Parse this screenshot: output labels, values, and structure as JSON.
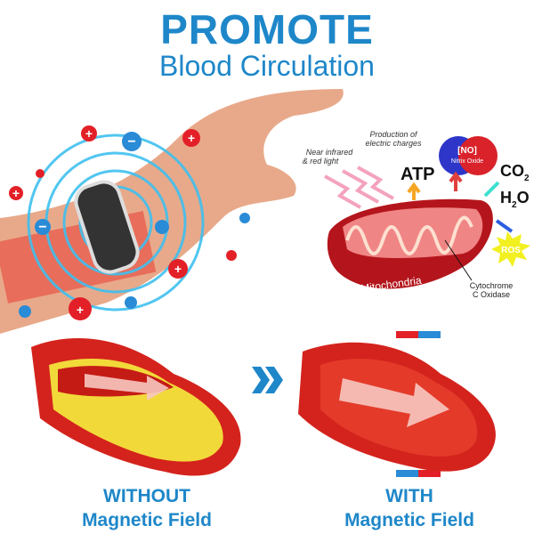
{
  "header": {
    "title": "PROMOTE",
    "subtitle": "Blood Circulation"
  },
  "diagram": {
    "production_label_1": "Production of",
    "production_label_2": "electric charges",
    "light_label_1": "Near infrared",
    "light_label_2": "& red light",
    "no_label": "[NO]",
    "no_sub": "Nitrix Oxide",
    "atp": "ATP",
    "co2": "CO",
    "co2_sub": "2",
    "h2o_h": "H",
    "h2o_sub": "2",
    "h2o_o": "O",
    "ros": "ROS",
    "mito": "Mitochondria",
    "cyto_1": "Cytochrome",
    "cyto_2": "C Oxidase"
  },
  "comparison": {
    "without_line1": "WITHOUT",
    "without_line2": "Magnetic Field",
    "with_line1": "WITH",
    "with_line2": "Magnetic Field"
  },
  "colors": {
    "brand_blue": "#1e87c9",
    "artery_red": "#d4231d",
    "plaque_yellow": "#f2d93a"
  }
}
